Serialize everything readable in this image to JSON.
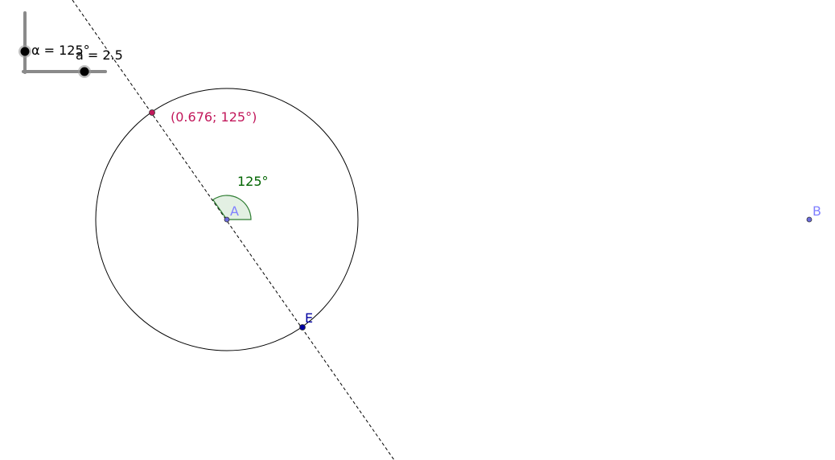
{
  "sliders": {
    "alpha": {
      "text": "α = 125°",
      "value": 125,
      "unit": "°"
    },
    "a": {
      "text": "a = 2.5",
      "value": 2.5
    }
  },
  "construction": {
    "center_label": "A",
    "point_e_label": "E",
    "point_b_label": "B",
    "angle_label": "125°",
    "polar_point_label": "(0.676; 125°)"
  },
  "colors": {
    "slider_track": "#8a8a8a",
    "slider_knob": "#000000",
    "circle": "#000000",
    "line": "#000000",
    "center_point": "#6b6bdc",
    "center_label": "#8080ff",
    "point_e": "#0000a0",
    "point_b": "#6b6bdc",
    "point_b_label": "#8080ff",
    "angle_stroke": "#2e7d32",
    "angle_fill": "#e3f0e3",
    "angle_label": "#006400",
    "polar_point": "#c2185b",
    "polar_label": "#c2185b"
  }
}
